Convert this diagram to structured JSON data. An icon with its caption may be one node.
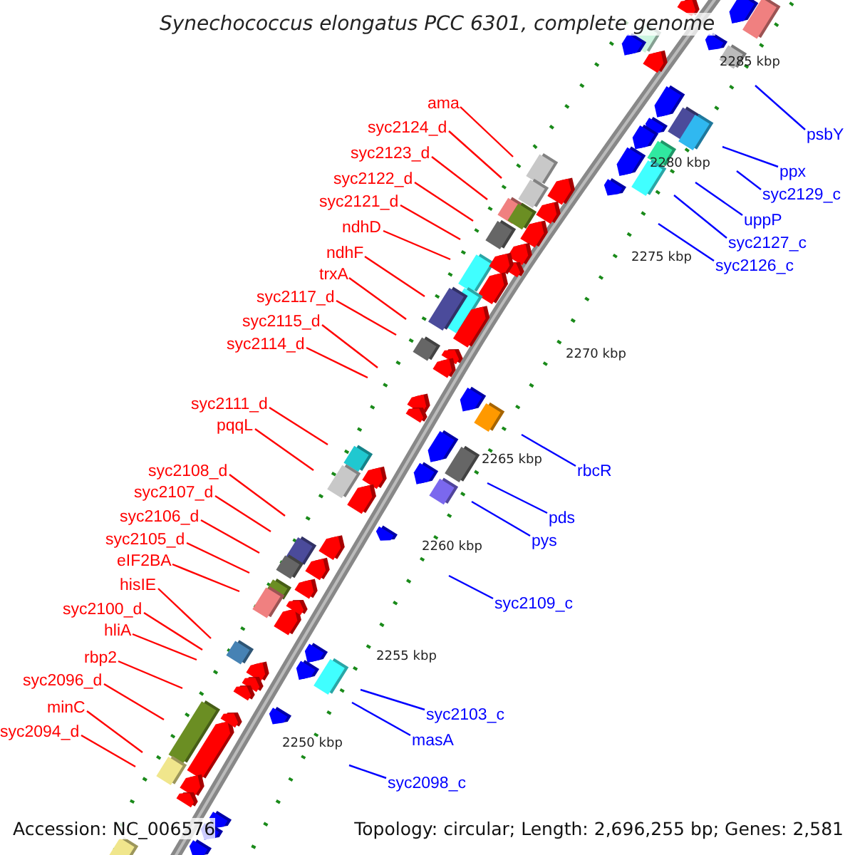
{
  "diagram": {
    "title": "Synechococcus elongatus PCC 6301, complete genome",
    "nodes": [
      {
        "text": [
          "ama"
        ]
      },
      {
        "text": [
          "syc2124_d"
        ]
      },
      {
        "text": [
          "syc2123_d"
        ]
      },
      {
        "text": [
          "syc2122_d"
        ]
      },
      {
        "text": [
          "syc2121_d"
        ]
      },
      {
        "text": [
          "ndhD"
        ]
      },
      {
        "text": [
          "ndhF"
        ]
      },
      {
        "text": [
          "trxA"
        ]
      },
      {
        "text": [
          "syc2117_d"
        ]
      },
      {
        "text": [
          "syc2115_d"
        ]
      },
      {
        "text": [
          "syc2114_d"
        ]
      },
      {
        "text": [
          "syc2111_d"
        ]
      },
      {
        "text": [
          "pqqL"
        ]
      },
      {
        "text": [
          "syc2108_d"
        ]
      },
      {
        "text": [
          "syc2107_d"
        ]
      },
      {
        "text": [
          "syc2106_d"
        ]
      },
      {
        "text": [
          "syc2105_d"
        ]
      },
      {
        "text": [
          "eIF2BA"
        ]
      },
      {
        "text": [
          "hisIE"
        ]
      },
      {
        "text": [
          "syc2100_d"
        ]
      },
      {
        "text": [
          "hliA"
        ]
      },
      {
        "text": [
          "rbp2"
        ]
      },
      {
        "text": [
          "syc2096_d"
        ]
      },
      {
        "text": [
          "minC"
        ]
      },
      {
        "text": [
          "syc2094_d"
        ]
      },
      {
        "text": [
          "psbY"
        ]
      },
      {
        "text": [
          "ppx"
        ]
      },
      {
        "text": [
          "syc2129_c"
        ]
      },
      {
        "text": [
          "uppP"
        ]
      },
      {
        "text": [
          "syc2127_c"
        ]
      },
      {
        "text": [
          "syc2126_c"
        ]
      },
      {
        "text": [
          "rbcR"
        ]
      },
      {
        "text": [
          "pds"
        ]
      },
      {
        "text": [
          "pys"
        ]
      },
      {
        "text": [
          "syc2109_c"
        ]
      },
      {
        "text": [
          "syc2103_c"
        ]
      },
      {
        "text": [
          "masA"
        ]
      },
      {
        "text": [
          "syc2098_c"
        ]
      }
    ],
    "edges": [
      {
        "from": 0,
        "to": null,
        "arrow": "none"
      },
      {
        "from": 1,
        "to": null,
        "arrow": "none"
      },
      {
        "from": 2,
        "to": null,
        "arrow": "none"
      },
      {
        "from": 3,
        "to": null,
        "arrow": "none"
      },
      {
        "from": 4,
        "to": null,
        "arrow": "none"
      },
      {
        "from": 5,
        "to": null,
        "arrow": "none"
      },
      {
        "from": 6,
        "to": null,
        "arrow": "none"
      },
      {
        "from": 7,
        "to": null,
        "arrow": "none"
      },
      {
        "from": 8,
        "to": null,
        "arrow": "none"
      },
      {
        "from": 9,
        "to": null,
        "arrow": "none"
      },
      {
        "from": 10,
        "to": null,
        "arrow": "none"
      },
      {
        "from": 11,
        "to": null,
        "arrow": "none"
      },
      {
        "from": 12,
        "to": null,
        "arrow": "none"
      },
      {
        "from": 13,
        "to": null,
        "arrow": "none"
      },
      {
        "from": 14,
        "to": null,
        "arrow": "none"
      },
      {
        "from": 15,
        "to": null,
        "arrow": "none"
      },
      {
        "from": 16,
        "to": null,
        "arrow": "none"
      },
      {
        "from": 17,
        "to": null,
        "arrow": "none"
      },
      {
        "from": 18,
        "to": null,
        "arrow": "none"
      },
      {
        "from": 19,
        "to": null,
        "arrow": "none"
      },
      {
        "from": 20,
        "to": null,
        "arrow": "none"
      },
      {
        "from": 21,
        "to": null,
        "arrow": "none"
      },
      {
        "from": 22,
        "to": null,
        "arrow": "none"
      },
      {
        "from": 23,
        "to": null,
        "arrow": "none"
      },
      {
        "from": 24,
        "to": null,
        "arrow": "none"
      },
      {
        "from": 25,
        "to": null,
        "arrow": "none",
        "color": "#0000ff"
      },
      {
        "from": 26,
        "to": null,
        "arrow": "none",
        "color": "#0000ff"
      },
      {
        "from": 27,
        "to": null,
        "arrow": "none",
        "color": "#0000ff"
      },
      {
        "from": 28,
        "to": null,
        "arrow": "none",
        "color": "#0000ff"
      },
      {
        "from": 29,
        "to": null,
        "arrow": "none",
        "color": "#0000ff"
      },
      {
        "from": 30,
        "to": null,
        "arrow": "none",
        "color": "#0000ff"
      },
      {
        "from": 31,
        "to": null,
        "arrow": "none",
        "color": "#0000ff"
      },
      {
        "from": 32,
        "to": null,
        "arrow": "none",
        "color": "#0000ff"
      },
      {
        "from": 33,
        "to": null,
        "arrow": "none",
        "color": "#0000ff"
      },
      {
        "from": 34,
        "to": null,
        "arrow": "none",
        "color": "#0000ff"
      },
      {
        "from": 35,
        "to": null,
        "arrow": "none",
        "color": "#0000ff"
      },
      {
        "from": 36,
        "to": null,
        "arrow": "none",
        "color": "#0000ff"
      },
      {
        "from": 37,
        "to": null,
        "arrow": "none",
        "color": "#0000ff"
      }
    ],
    "labels": [
      "2285 kbp",
      "2280 kbp",
      "2275 kbp",
      "2270 kbp",
      "2265 kbp",
      "2260 kbp",
      "2255 kbp",
      "2250 kbp",
      "Accession: NC_006576",
      "Topology: circular; Length: 2,696,255 bp; Genes: 2,581"
    ]
  }
}
